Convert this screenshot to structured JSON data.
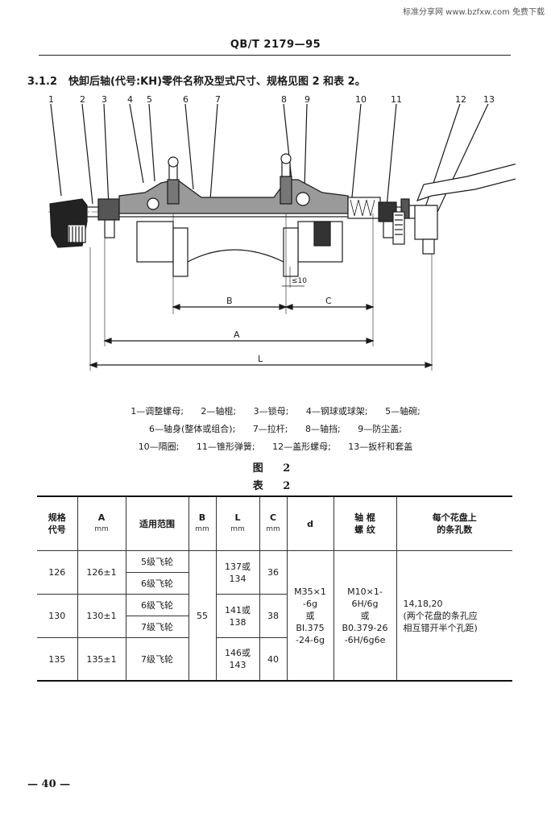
{
  "watermark": "标准分享网 www.bzfxw.com 免费下载",
  "header": {
    "standard_number": "QB/T 2179—95"
  },
  "section": {
    "number": "3.1.2",
    "title": "快卸后轴(代号:KH)零件名称及型式尺寸、规格见图 2 和表 2。"
  },
  "figure": {
    "callouts": [
      "1",
      "2",
      "3",
      "4",
      "5",
      "6",
      "7",
      "8",
      "9",
      "10",
      "11",
      "12",
      "13"
    ],
    "dims": {
      "b": "B",
      "c": "C",
      "a": "A",
      "l": "L",
      "le10": "≤10"
    },
    "legend_lines": [
      [
        "1—调整螺母;",
        "2—轴棍;",
        "3—锁母;",
        "4—钢球或球架;",
        "5—轴碗;"
      ],
      [
        "6—轴身(整体或组合);",
        "7—拉杆;",
        "8—轴挡;",
        "9—防尘盖;"
      ],
      [
        "10—隔圈;",
        "11—锥形弹簧;",
        "12—盖形螺母;",
        "13—扳杆和套盖"
      ]
    ],
    "caption": "图 2"
  },
  "table": {
    "caption": "表 2",
    "headers": {
      "code": [
        "规格",
        "代号"
      ],
      "a": {
        "label": "A",
        "unit": "mm"
      },
      "range": "适用范围",
      "b": {
        "label": "B",
        "unit": "mm"
      },
      "l": {
        "label": "L",
        "unit": "mm"
      },
      "c": {
        "label": "C",
        "unit": "mm"
      },
      "d": "d",
      "thread": [
        "轴 棍",
        "螺 纹"
      ],
      "holes": [
        "每个花盘上",
        "的条孔数"
      ]
    },
    "groups": [
      {
        "code": "126",
        "a": "126±1",
        "ranges": [
          "5级飞轮",
          "6级飞轮"
        ],
        "l": [
          "137或",
          "134"
        ],
        "c": "36"
      },
      {
        "code": "130",
        "a": "130±1",
        "ranges": [
          "6级飞轮",
          "7级飞轮"
        ],
        "l": [
          "141或",
          "138"
        ],
        "c": "38"
      },
      {
        "code": "135",
        "a": "135±1",
        "ranges": [
          "7级飞轮"
        ],
        "l": [
          "146或",
          "143"
        ],
        "c": "40"
      }
    ],
    "b_value": "55",
    "d_value": [
      "M35×1",
      "-6g",
      "或",
      "BI.375",
      "-24-6g"
    ],
    "thread_value": [
      "M10×1-",
      "6H/6g",
      "或",
      "B0.379-26",
      "-6H/6g6e"
    ],
    "holes_value": [
      "14,18,20",
      "(两个花盘的条孔应",
      "相互错开半个孔距)"
    ]
  },
  "footer": {
    "page": "— 40 —"
  }
}
